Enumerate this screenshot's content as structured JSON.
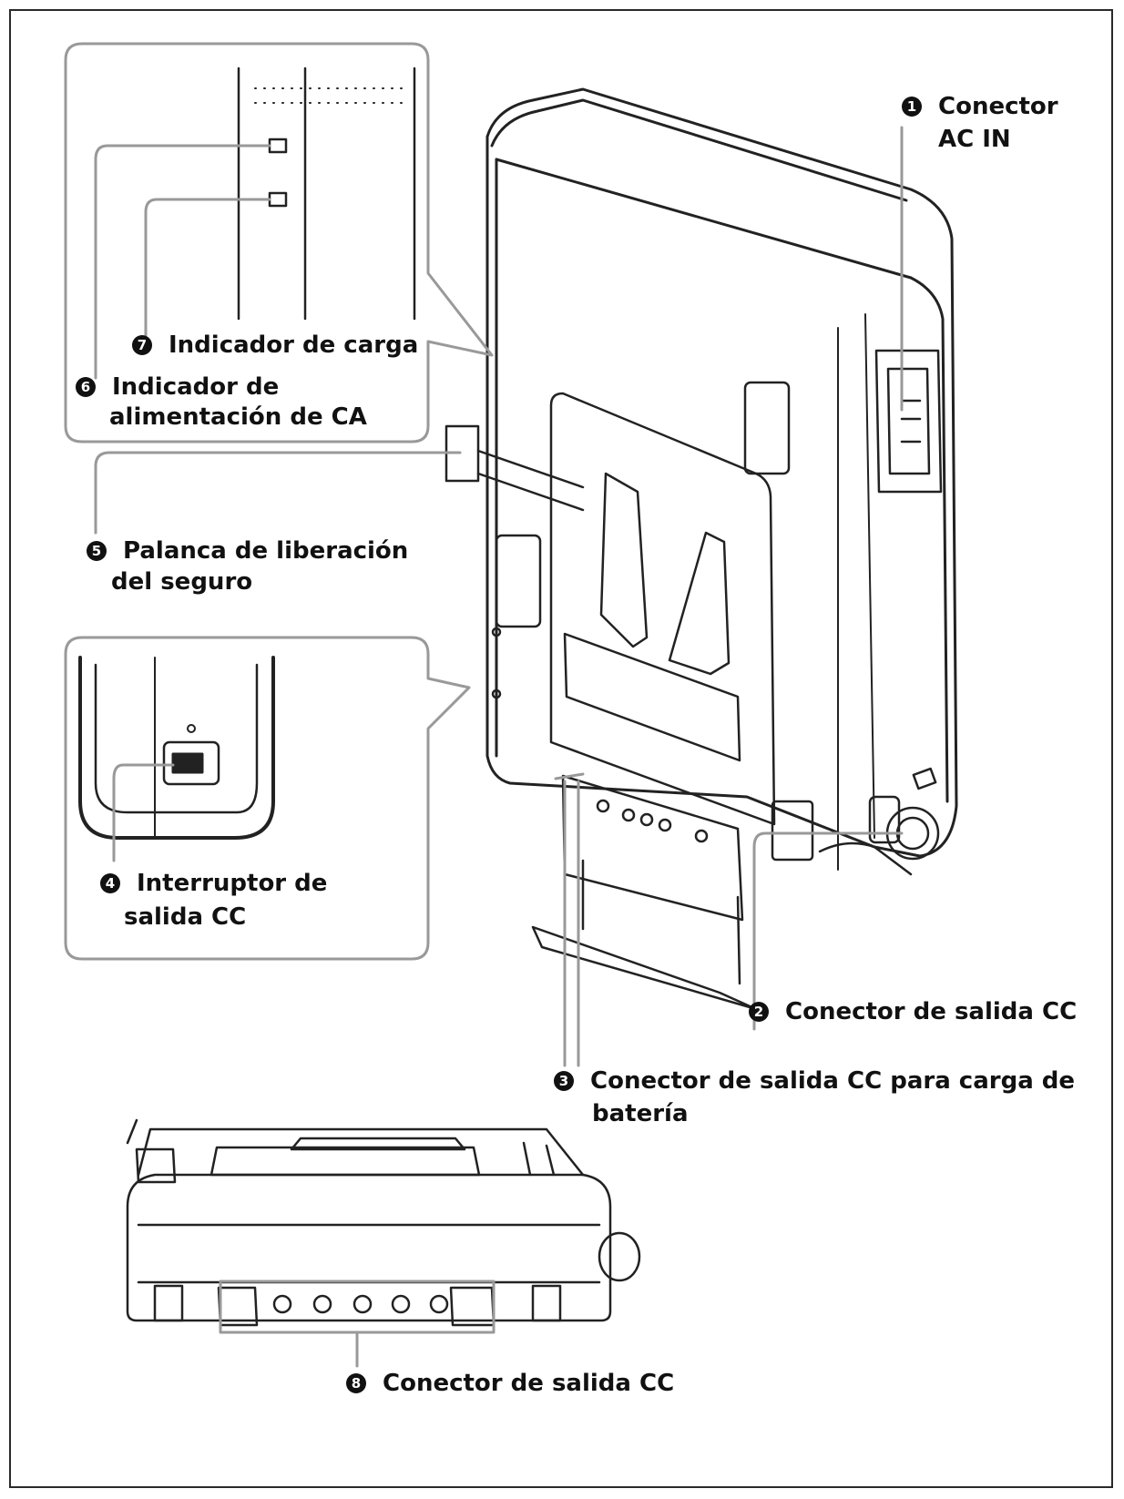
{
  "callouts": [
    {
      "num": "1",
      "text": "Conector",
      "text2": "AC IN"
    },
    {
      "num": "2",
      "text": "Conector de salida CC"
    },
    {
      "num": "3",
      "text": "Conector de salida CC para carga de",
      "text2": "batería"
    },
    {
      "num": "4",
      "text": "Interruptor de",
      "text2": "salida CC"
    },
    {
      "num": "5",
      "text": "Palanca de liberación",
      "text2": "del seguro"
    },
    {
      "num": "6",
      "text": "Indicador de",
      "text2": "alimentación de CA"
    },
    {
      "num": "7",
      "text": "Indicador de carga"
    },
    {
      "num": "8",
      "text": "Conector de salida CC"
    }
  ]
}
